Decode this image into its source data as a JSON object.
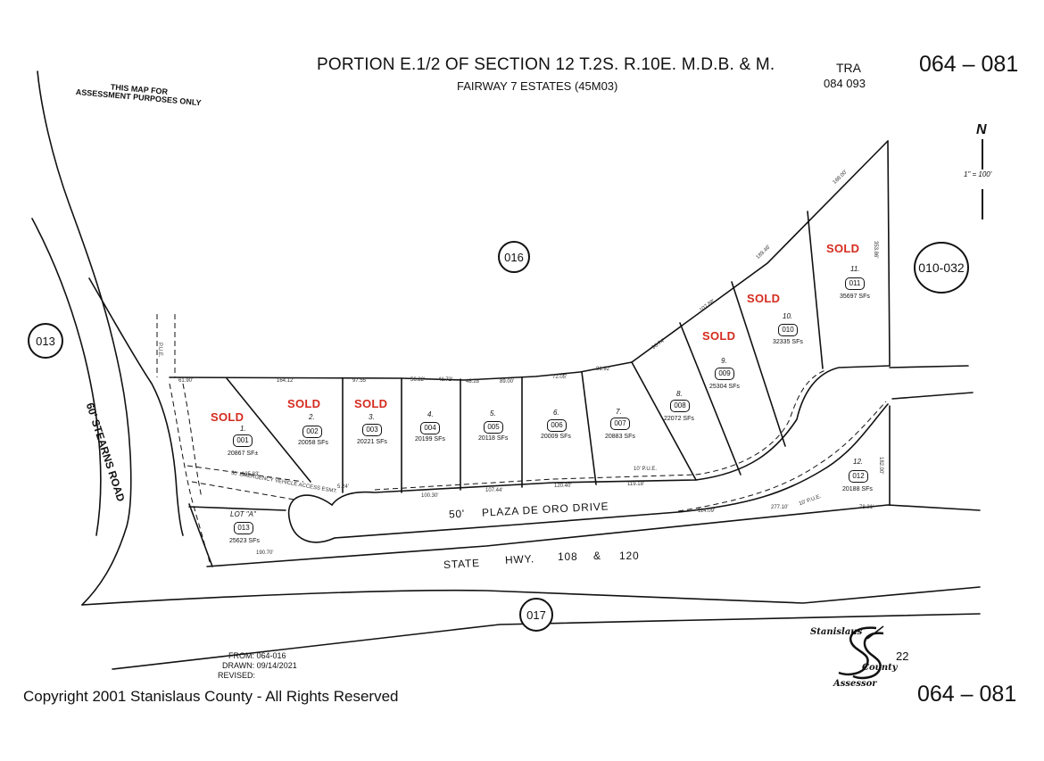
{
  "header": {
    "title": "PORTION E.1/2 OF SECTION 12 T.2S. R.10E. M.D.B. & M.",
    "subtitle": "FAIRWAY 7 ESTATES (45M03)",
    "tra_label": "TRA",
    "tra_codes": "084 093",
    "map_number": "064 – 081"
  },
  "notes": {
    "purpose_line1": "THIS MAP FOR",
    "purpose_line2": "ASSESSMENT PURPOSES ONLY",
    "scale": "1\" = 100'",
    "north": "N"
  },
  "parcels": [
    {
      "lot": "1.",
      "apn": "001",
      "area": "20867 SF±",
      "status": "SOLD"
    },
    {
      "lot": "2.",
      "apn": "002",
      "area": "20058 SFs",
      "status": "SOLD"
    },
    {
      "lot": "3.",
      "apn": "003",
      "area": "20221 SFs",
      "status": "SOLD"
    },
    {
      "lot": "4.",
      "apn": "004",
      "area": "20199 SFs",
      "status": ""
    },
    {
      "lot": "5.",
      "apn": "005",
      "area": "20118 SFs",
      "status": ""
    },
    {
      "lot": "6.",
      "apn": "006",
      "area": "20009 SFs",
      "status": ""
    },
    {
      "lot": "7.",
      "apn": "007",
      "area": "20883 SFs",
      "status": ""
    },
    {
      "lot": "8.",
      "apn": "008",
      "area": "22072 SFs",
      "status": ""
    },
    {
      "lot": "9.",
      "apn": "009",
      "area": "25304 SFs",
      "status": "SOLD"
    },
    {
      "lot": "10.",
      "apn": "010",
      "area": "32335 SFs",
      "status": "SOLD"
    },
    {
      "lot": "11.",
      "apn": "011",
      "area": "35697 SFs",
      "status": "SOLD"
    },
    {
      "lot": "12.",
      "apn": "012",
      "area": "20188 SFs",
      "status": ""
    },
    {
      "lot": "LOT \"A\"",
      "apn": "013",
      "area": "25623 SFs",
      "status": ""
    }
  ],
  "adjacent_parcels": {
    "north": "016",
    "west": "013",
    "south": "017",
    "east": "010-032"
  },
  "streets": {
    "stearns": "60'  STEARNS  ROAD",
    "plaza_width": "50'",
    "plaza_name": "PLAZA DE ORO   DRIVE",
    "hwy_state": "STATE",
    "hwy_name": "HWY.",
    "hwy_108": "108",
    "hwy_and": "&",
    "hwy_120": "120"
  },
  "easements": {
    "pue_vertical": "P.U.E.",
    "pue_plaza": "10' P.U.E.",
    "pue_lot12": "10' P.U.E.",
    "access": "30' EMERGENCY VEHICLE ACCESS ESMT."
  },
  "dimensions": {
    "top_61": "61.90'",
    "top_164": "164.12'",
    "top_97": "97.55'",
    "top_56": "56.22'",
    "top_41": "41.72'",
    "top_48": "48.28'",
    "top_89": "89.00'",
    "top_72": "72.05'",
    "top_81": "81.92'",
    "diag_96": "96.74'",
    "diag_107": "107.88'",
    "diag_189": "189.46'",
    "top_168": "168.00'",
    "east_353": "353.86'",
    "south_100": "100.30'",
    "south_107": "107.44'",
    "south_120": "120.40'",
    "south_119": "119.18'",
    "south_114": "114.09'",
    "south_277": "277.10'",
    "south_78": "78.31'",
    "lotA_190": "190.70'",
    "lotA_135": "135.83'",
    "east_182": "182.00'",
    "cul_5": "5.24'"
  },
  "footer": {
    "from": "FROM: 064-016",
    "drawn": "DRAWN: 09/14/2021",
    "revised": "REVISED:",
    "copyright": "Copyright 2001 Stanislaus County - All Rights Reserved",
    "logo_line1": "Stanislaus",
    "logo_line2": "County",
    "logo_line3": "Assessor",
    "page_number": "22",
    "map_number": "064 – 081"
  }
}
